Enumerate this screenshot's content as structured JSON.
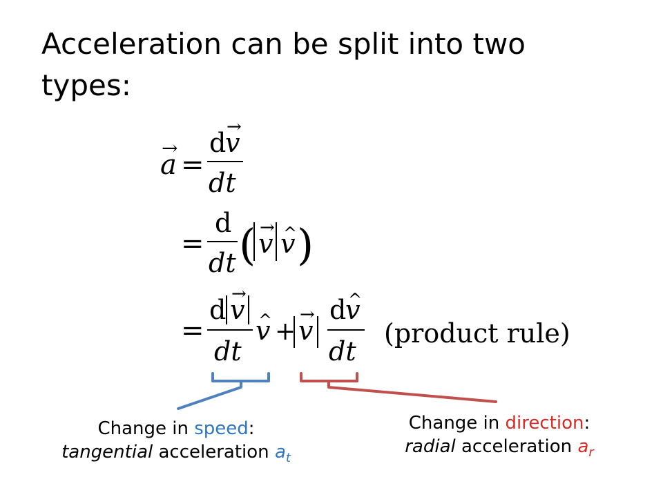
{
  "title": "Acceleration can be split into two types:",
  "equation": {
    "lhs": "a",
    "eq": "=",
    "d": "d",
    "v": "v",
    "dt": "dt",
    "plus": "+",
    "note": "(product rule)"
  },
  "captions": {
    "speed": {
      "prefix": "Change in ",
      "keyword": "speed",
      "suffix": ":",
      "line2_italic": "tangential",
      "line2_rest": " acceleration ",
      "symbol": "a",
      "subscript": "t"
    },
    "direction": {
      "prefix": "Change in ",
      "keyword": "direction",
      "suffix": ":",
      "line2_italic": "radial",
      "line2_rest": " acceleration ",
      "symbol": "a",
      "subscript": "r"
    }
  },
  "colors": {
    "speed": "#2e75c4",
    "direction": "#d62a25",
    "speed_bracket": "#4f81bd",
    "direction_bracket": "#c0504d"
  }
}
